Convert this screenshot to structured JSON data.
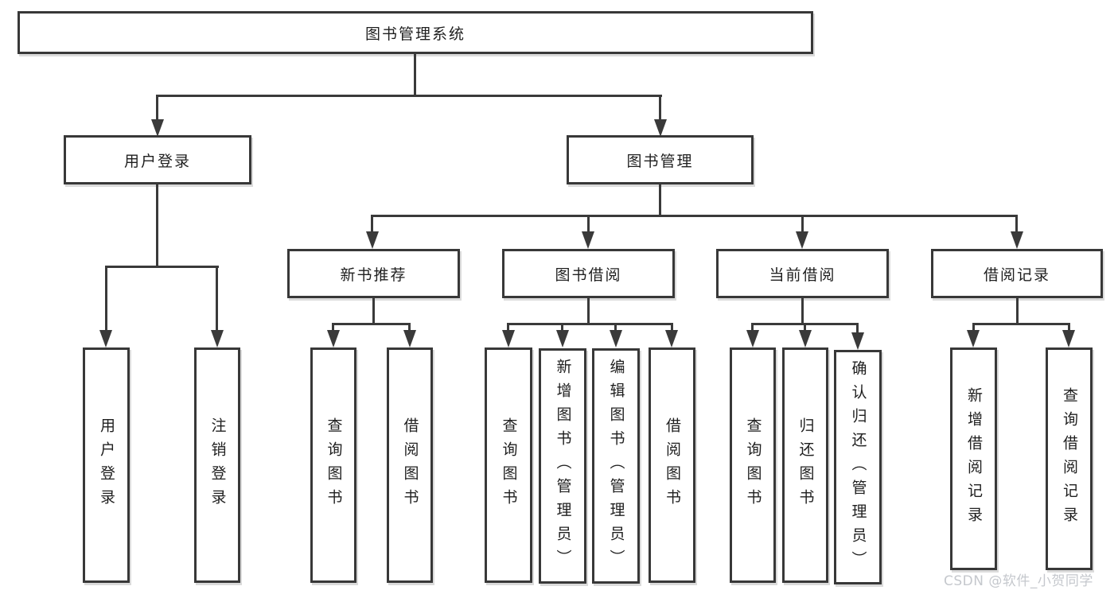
{
  "page": {
    "background": "#ffffff"
  },
  "colors": {
    "line": "#3a3a3a",
    "box_border": "#383838",
    "box_fill": "#ffffff",
    "text": "#1f1f1f",
    "watermark_text": "#c5c8cd"
  },
  "diagram": {
    "root": {
      "label": "图书管理系统"
    },
    "level2": [
      {
        "label": "用户登录",
        "children": [
          {
            "label": "用户登录"
          },
          {
            "label": "注销登录"
          }
        ]
      },
      {
        "label": "图书管理",
        "children": [
          {
            "label": "新书推荐",
            "children": [
              {
                "label": "查询图书"
              },
              {
                "label": "借阅图书"
              }
            ]
          },
          {
            "label": "图书借阅",
            "children": [
              {
                "label": "查询图书"
              },
              {
                "label": "新增图书（管理员）"
              },
              {
                "label": "编辑图书（管理员）"
              },
              {
                "label": "借阅图书"
              }
            ]
          },
          {
            "label": "当前借阅",
            "children": [
              {
                "label": "查询图书"
              },
              {
                "label": "归还图书"
              },
              {
                "label": "确认归还（管理员）"
              }
            ]
          },
          {
            "label": "借阅记录",
            "children": [
              {
                "label": "新增借阅记录"
              },
              {
                "label": "查询借阅记录"
              }
            ]
          }
        ]
      }
    ]
  },
  "watermark": {
    "text": "CSDN @软件_小贺同学"
  }
}
